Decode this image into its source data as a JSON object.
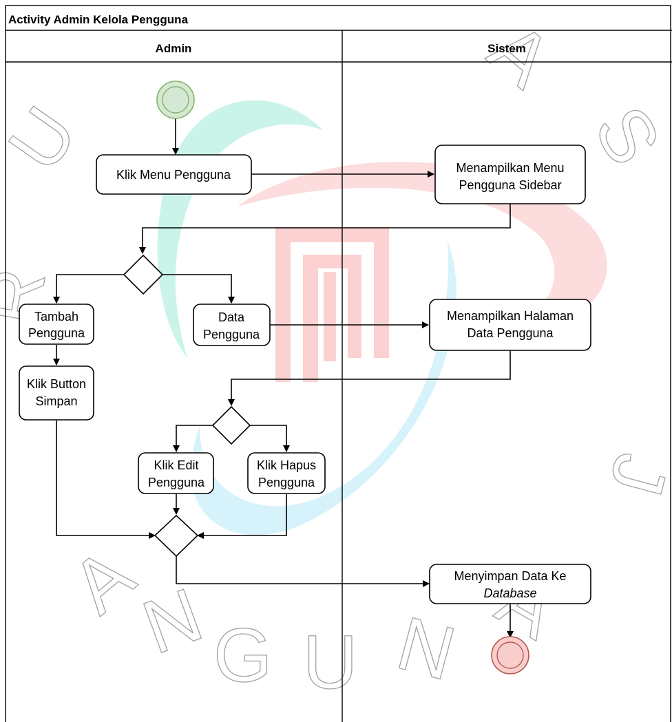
{
  "diagram": {
    "title": "Activity Admin Kelola Pengguna",
    "lanes": [
      "Admin",
      "Sistem"
    ],
    "nodes": {
      "klik_menu_pengguna": [
        "Klik Menu Pengguna"
      ],
      "menampilkan_menu": [
        "Menampilkan Menu",
        "Pengguna Sidebar"
      ],
      "tambah_pengguna": [
        "Tambah",
        "Pengguna"
      ],
      "data_pengguna": [
        "Data",
        "Pengguna"
      ],
      "menampilkan_halaman": [
        "Menampilkan Halaman",
        "Data Pengguna"
      ],
      "klik_button_simpan": [
        "Klik Button",
        "Simpan"
      ],
      "klik_edit": [
        "Klik Edit",
        "Pengguna"
      ],
      "klik_hapus": [
        "Klik Hapus",
        "Pengguna"
      ],
      "menyimpan_data": [
        "Menyimpan Data Ke",
        "Database"
      ]
    },
    "colors": {
      "start_fill": "#d5e8d4",
      "start_stroke": "#82b366",
      "end_fill": "#f8cecc",
      "end_stroke": "#b85450"
    }
  },
  "watermark": {
    "letters": [
      "U",
      "R",
      "A",
      "N",
      "G",
      "U",
      "N",
      "A",
      "A",
      "S",
      "J"
    ],
    "colors": {
      "teal": "#3fd9b0",
      "red": "#f47474",
      "cyan": "#7fd8ef"
    }
  }
}
